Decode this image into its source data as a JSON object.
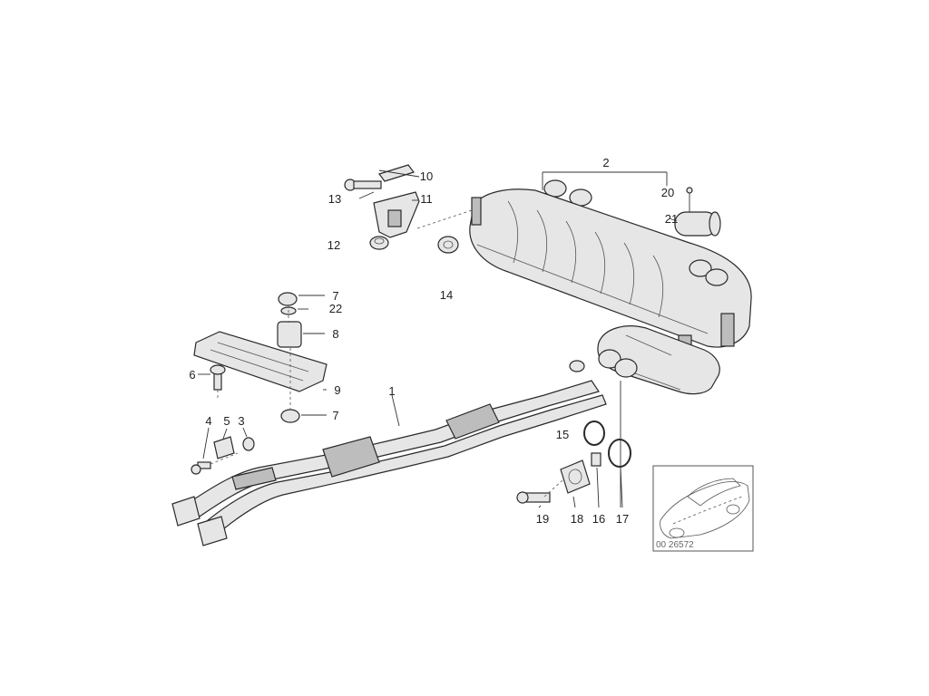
{
  "callouts": [
    {
      "id": "1",
      "text": "1"
    },
    {
      "id": "2",
      "text": "2"
    },
    {
      "id": "3",
      "text": "3"
    },
    {
      "id": "4",
      "text": "4"
    },
    {
      "id": "5",
      "text": "5"
    },
    {
      "id": "6",
      "text": "6"
    },
    {
      "id": "7a",
      "text": "7"
    },
    {
      "id": "7b",
      "text": "7"
    },
    {
      "id": "8",
      "text": "8"
    },
    {
      "id": "9",
      "text": "9"
    },
    {
      "id": "10",
      "text": "10"
    },
    {
      "id": "11",
      "text": "11"
    },
    {
      "id": "12",
      "text": "12"
    },
    {
      "id": "13",
      "text": "13"
    },
    {
      "id": "14",
      "text": "14"
    },
    {
      "id": "15",
      "text": "15"
    },
    {
      "id": "16",
      "text": "16"
    },
    {
      "id": "17",
      "text": "17"
    },
    {
      "id": "18",
      "text": "18"
    },
    {
      "id": "19",
      "text": "19"
    },
    {
      "id": "20",
      "text": "20"
    },
    {
      "id": "21",
      "text": "21"
    },
    {
      "id": "22",
      "text": "22"
    }
  ],
  "thumbnail": {
    "code": "00 26572"
  }
}
